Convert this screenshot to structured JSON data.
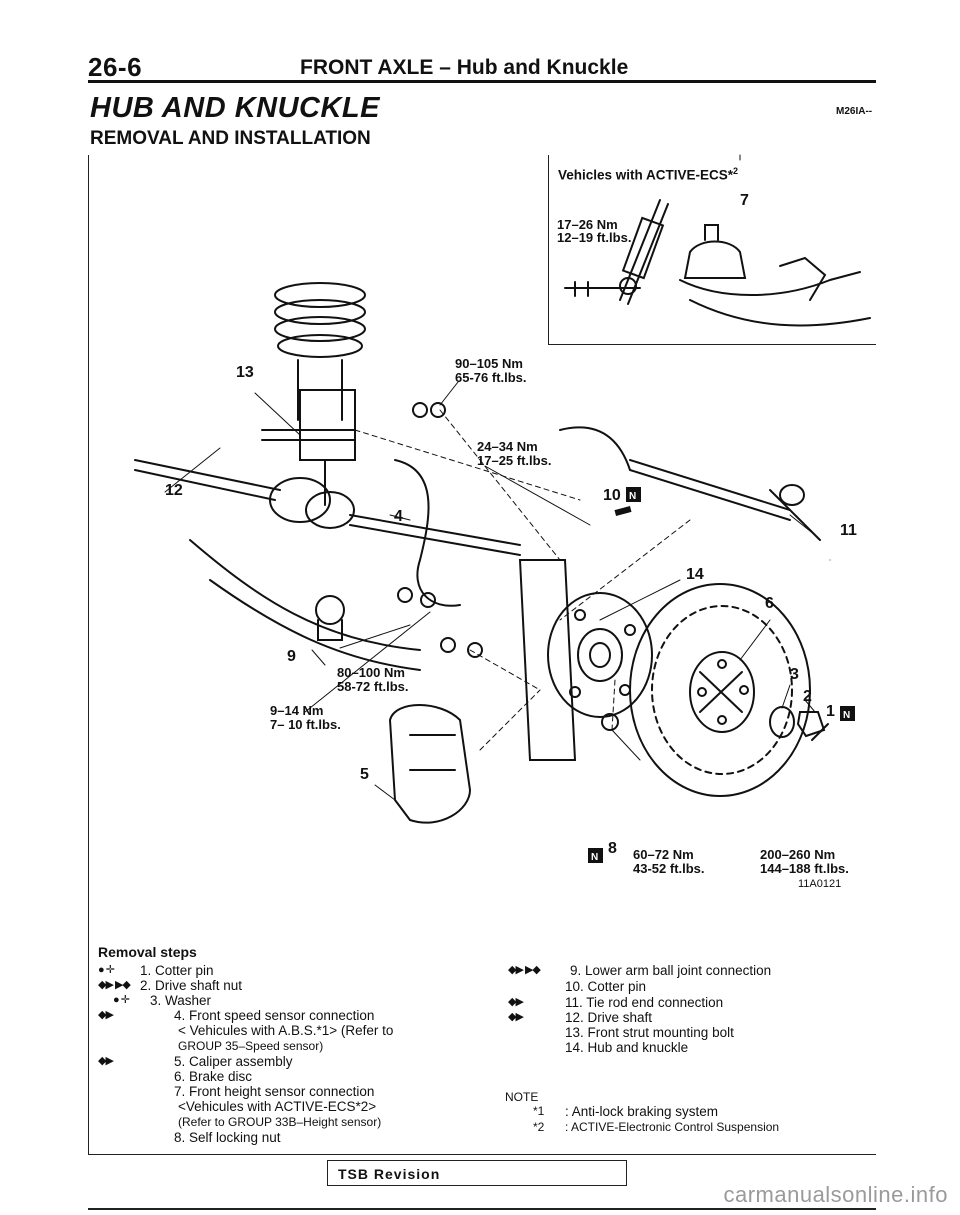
{
  "header": {
    "page_number": "26-6",
    "title": "FRONT AXLE – Hub and Knuckle"
  },
  "section": {
    "title": "HUB AND KNUCKLE",
    "code": "M26IA--",
    "subtitle": "REMOVAL AND INSTALLATION"
  },
  "inset": {
    "caption": "Vehicles with ACTIVE-ECS*",
    "caption_sup": "2",
    "torque_nm": "17–26 Nm",
    "torque_ftlbs": "12–19 ft.lbs.",
    "part_number": "7"
  },
  "figure": {
    "code": "11A0121",
    "callouts": [
      "1",
      "2",
      "3",
      "4",
      "5",
      "6",
      "8",
      "9",
      "10",
      "11",
      "12",
      "13",
      "14"
    ],
    "torques": [
      {
        "nm": "90–105 Nm",
        "ftlbs": "65-76 ft.lbs."
      },
      {
        "nm": "24–34 Nm",
        "ftlbs": "17–25 ft.lbs."
      },
      {
        "nm": "80–100 Nm",
        "ftlbs": "58-72 ft.lbs."
      },
      {
        "nm": "9–14 Nm",
        "ftlbs": "7– 10 ft.lbs."
      },
      {
        "nm": "60–72 Nm",
        "ftlbs": "43-52 ft.lbs."
      },
      {
        "nm": "200–260 Nm",
        "ftlbs": "144–188 ft.lbs."
      }
    ]
  },
  "removal": {
    "heading": "Removal steps",
    "left": [
      {
        "mark": "● ✛",
        "text": "1. Cotter pin"
      },
      {
        "mark": "◆▶ ▶◆",
        "text": "2. Drive shaft nut"
      },
      {
        "mark": "● ✛",
        "text": "3. Washer"
      },
      {
        "mark": "◆▶",
        "text": "4. Front speed sensor connection"
      },
      {
        "mark": "",
        "text": "< Vehicules with A.B.S.*1> (Refer to"
      },
      {
        "mark": "",
        "text": "GROUP 35–Speed sensor)"
      },
      {
        "mark": "◆▶",
        "text": "5. Caliper assembly"
      },
      {
        "mark": "",
        "text": "6. Brake disc"
      },
      {
        "mark": "",
        "text": "7. Front height sensor connection"
      },
      {
        "mark": "",
        "text": "<Vehicules with ACTIVE-ECS*2>"
      },
      {
        "mark": "",
        "text": "(Refer to GROUP 33B–Height sensor)"
      },
      {
        "mark": "",
        "text": "8. Self locking nut"
      }
    ],
    "right": [
      {
        "mark": "◆▶ ▶◆",
        "text": "9. Lower arm ball joint connection"
      },
      {
        "mark": "",
        "text": "10. Cotter pin"
      },
      {
        "mark": "◆▶",
        "text": "11. Tie rod end connection"
      },
      {
        "mark": "◆▶",
        "text": "12. Drive shaft"
      },
      {
        "mark": "",
        "text": "13. Front strut mounting bolt"
      },
      {
        "mark": "",
        "text": "14. Hub and knuckle"
      }
    ]
  },
  "notes": {
    "heading": "NOTE",
    "items": [
      {
        "sym": "*1",
        "text": ": Anti-lock braking system"
      },
      {
        "sym": "*2",
        "text": ": ACTIVE-Electronic Control Suspension"
      }
    ]
  },
  "footer": {
    "tsb": "TSB Revision",
    "watermark": "carmanualsonline.info"
  }
}
